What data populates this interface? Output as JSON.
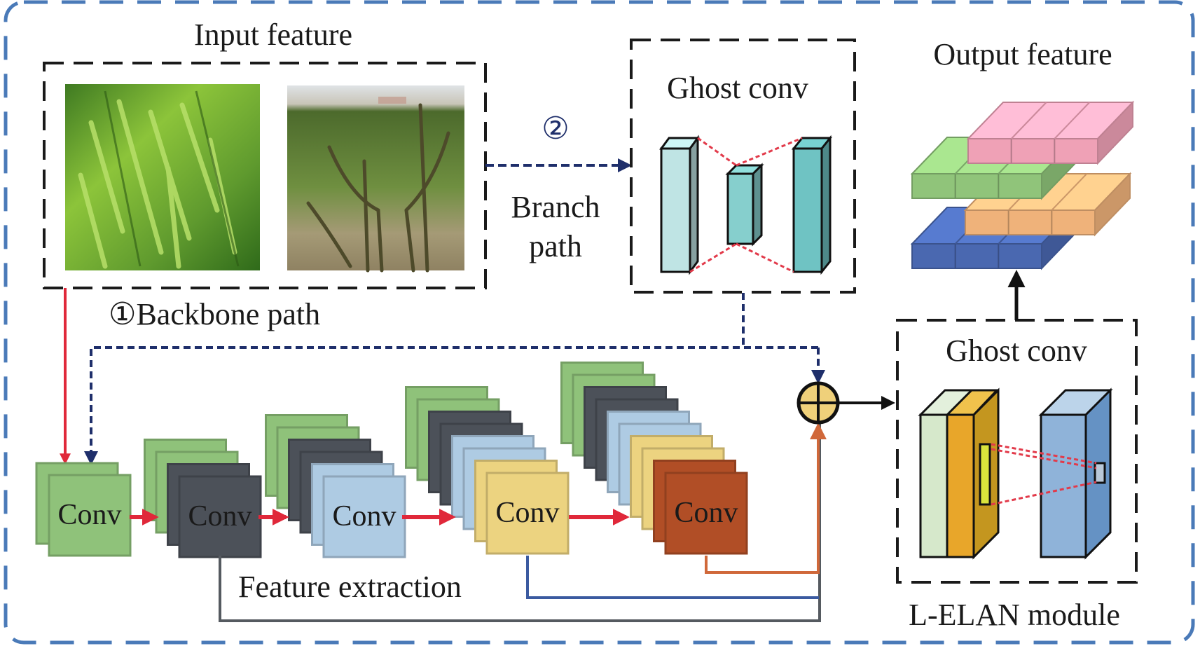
{
  "labels": {
    "input_feature": "Input feature",
    "output_feature": "Output feature",
    "ghost_conv_top": "Ghost conv",
    "ghost_conv_bottom": "Ghost conv",
    "branch_marker": "②",
    "branch_line1": "Branch",
    "branch_line2": "path",
    "backbone_path": "①Backbone path",
    "feature_extraction": "Feature extraction",
    "lelan_module": "L-ELAN module"
  },
  "conv_blocks": [
    {
      "label": "Conv",
      "layers": [
        "green",
        "green"
      ]
    },
    {
      "label": "Conv",
      "layers": [
        "green",
        "green",
        "dark",
        "dark"
      ]
    },
    {
      "label": "Conv",
      "layers": [
        "green",
        "green",
        "dark",
        "dark",
        "blue",
        "blue"
      ]
    },
    {
      "label": "Conv",
      "layers": [
        "green",
        "green",
        "dark",
        "dark",
        "blue",
        "blue",
        "yellow",
        "yellow"
      ]
    },
    {
      "label": "Conv",
      "layers": [
        "green",
        "green",
        "dark",
        "dark",
        "blue",
        "blue",
        "yellow",
        "yellow",
        "rust",
        "rust"
      ]
    }
  ],
  "input_images": [
    {
      "name": "green-grass-photo"
    },
    {
      "name": "weed-field-photo"
    }
  ],
  "output_layers": [
    "pink",
    "green",
    "orange",
    "blue"
  ],
  "colors": {
    "outer_border": "#4a7ab8",
    "box_border": "#1a1a1a",
    "backbone_arrow": "#e0283a",
    "branch_arrow": "#1f2f6b",
    "green": "#8fc27a",
    "dark": "#4c5159",
    "blue": "#aecbe3",
    "yellow": "#ecd380",
    "rust": "#b14e26",
    "orange_line": "#d0683a",
    "blue_line": "#3b5aa0",
    "gray_line": "#555a60",
    "adder_fill": "#efd07a",
    "teal": "#6fc3c3",
    "teal_light": "#bfe4e4",
    "pink": "#efa1b6",
    "out_green": "#90c47a",
    "out_orange": "#efb27a",
    "out_blue": "#4a68b0"
  }
}
